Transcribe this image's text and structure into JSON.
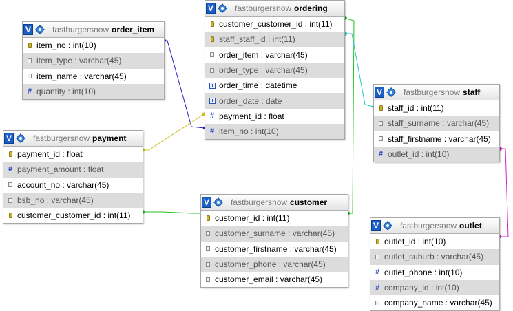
{
  "diagram": {
    "database": "fastburgersnow",
    "view_icon_label": "V",
    "tables": {
      "order_item": {
        "name": "order_item",
        "fields": [
          {
            "label": "item_no : int(10)",
            "icon": "primary-key-icon"
          },
          {
            "label": "item_type : varchar(45)",
            "icon": "not-null-icon"
          },
          {
            "label": "item_name : varchar(45)",
            "icon": "not-null-icon"
          },
          {
            "label": "quantity : int(10)",
            "icon": "numeric-icon"
          }
        ]
      },
      "ordering": {
        "name": "ordering",
        "fields": [
          {
            "label": "customer_customer_id : int(11)",
            "icon": "primary-key-icon"
          },
          {
            "label": "staff_staff_id : int(11)",
            "icon": "primary-key-icon"
          },
          {
            "label": "order_item : varchar(45)",
            "icon": "not-null-icon"
          },
          {
            "label": "order_type : varchar(45)",
            "icon": "not-null-icon"
          },
          {
            "label": "order_time : datetime",
            "icon": "datetime-icon"
          },
          {
            "label": "order_date : date",
            "icon": "datetime-icon"
          },
          {
            "label": "payment_id : float",
            "icon": "numeric-icon"
          },
          {
            "label": "item_no : int(10)",
            "icon": "numeric-icon"
          }
        ]
      },
      "staff": {
        "name": "staff",
        "fields": [
          {
            "label": "staff_id : int(11)",
            "icon": "primary-key-icon"
          },
          {
            "label": "staff_surname : varchar(45)",
            "icon": "not-null-icon"
          },
          {
            "label": "staff_firstname : varchar(45)",
            "icon": "not-null-icon"
          },
          {
            "label": "outlet_id : int(10)",
            "icon": "numeric-icon"
          }
        ]
      },
      "payment": {
        "name": "payment",
        "fields": [
          {
            "label": "payment_id : float",
            "icon": "primary-key-icon"
          },
          {
            "label": "payment_amount : float",
            "icon": "numeric-icon"
          },
          {
            "label": "account_no : varchar(45)",
            "icon": "not-null-icon"
          },
          {
            "label": "bsb_no : varchar(45)",
            "icon": "not-null-icon"
          },
          {
            "label": "customer_customer_id : int(11)",
            "icon": "primary-key-icon"
          }
        ]
      },
      "customer": {
        "name": "customer",
        "fields": [
          {
            "label": "customer_id : int(11)",
            "icon": "primary-key-icon"
          },
          {
            "label": "customer_surname : varchar(45)",
            "icon": "not-null-icon"
          },
          {
            "label": "customer_firstname : varchar(45)",
            "icon": "not-null-icon"
          },
          {
            "label": "customer_phone : varchar(45)",
            "icon": "not-null-icon"
          },
          {
            "label": "customer_email : varchar(45)",
            "icon": "not-null-icon"
          }
        ]
      },
      "outlet": {
        "name": "outlet",
        "fields": [
          {
            "label": "outlet_id : int(10)",
            "icon": "primary-key-icon"
          },
          {
            "label": "outlet_suburb : varchar(45)",
            "icon": "not-null-icon"
          },
          {
            "label": "outlet_phone : int(10)",
            "icon": "numeric-icon"
          },
          {
            "label": "company_id : int(10)",
            "icon": "numeric-icon"
          },
          {
            "label": "company_name : varchar(45)",
            "icon": "not-null-icon"
          }
        ]
      }
    },
    "relation_colors": {
      "order_item_ordering": "#2020c8",
      "payment_ordering": "#d0c020",
      "payment_customer": "#20c020",
      "customer_ordering": "#20c020",
      "ordering_staff": "#20c8c8",
      "staff_outlet": "#d020d0"
    }
  }
}
